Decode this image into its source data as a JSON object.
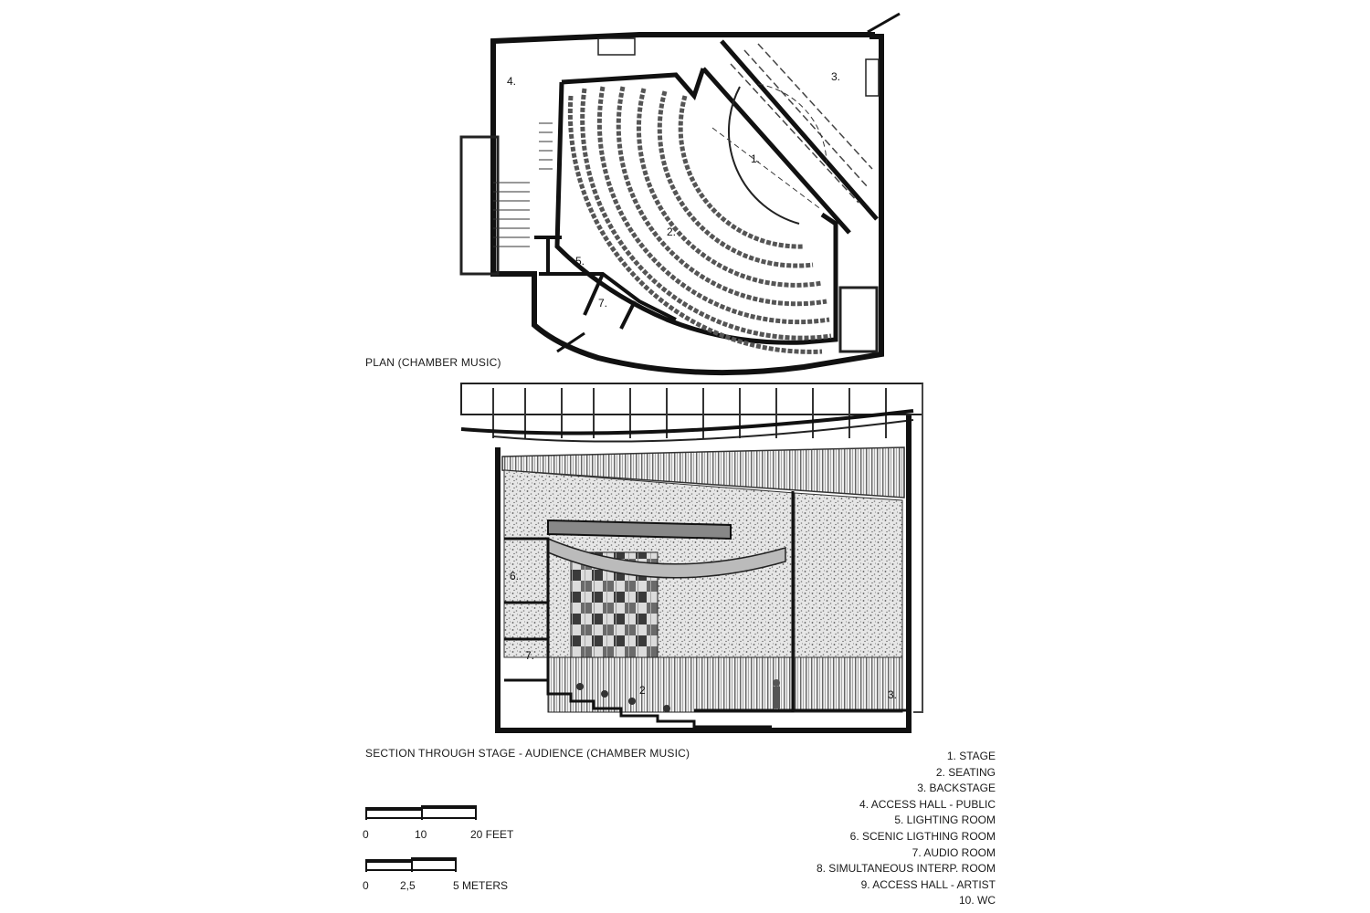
{
  "captions": {
    "plan": "PLAN (CHAMBER MUSIC)",
    "section": "SECTION THROUGH STAGE - AUDIENCE (CHAMBER MUSIC)"
  },
  "plan_labels": [
    "1.",
    "2.",
    "3.",
    "4.",
    "5.",
    "7."
  ],
  "section_labels": [
    "2",
    "3.",
    "6.",
    "7."
  ],
  "legend": [
    "1. STAGE",
    "2. SEATING",
    "3. BACKSTAGE",
    "4. ACCESS HALL - PUBLIC",
    "5. LIGHTING ROOM",
    "6. SCENIC LIGTHING ROOM",
    "7. AUDIO ROOM",
    "8.  SIMULTANEOUS INTERP. ROOM",
    "9. ACCESS HALL - ARTIST",
    "10. WC"
  ],
  "scale_feet": {
    "ticks": [
      "0",
      "10",
      "20 FEET"
    ]
  },
  "scale_meters": {
    "ticks": [
      "0",
      "2,5",
      "5 METERS"
    ]
  }
}
